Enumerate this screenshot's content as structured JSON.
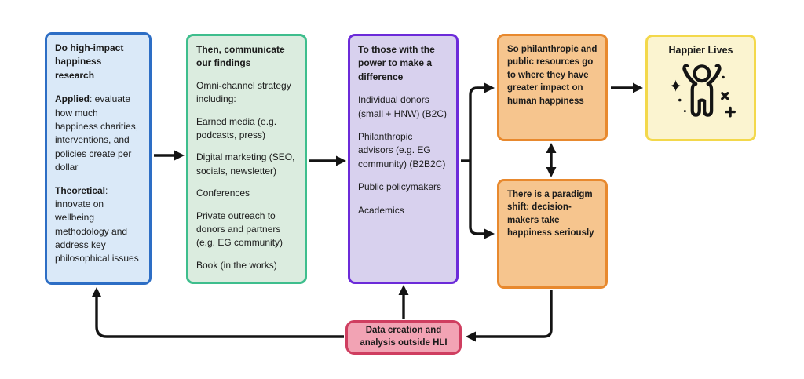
{
  "palette": {
    "canvas-bg": "#ffffff",
    "text": "#1b1b1b",
    "arrow": "#141414",
    "blue-border": "#2d6ec5",
    "blue-fill": "#dae9f8",
    "green-border": "#3ebe8d",
    "green-fill": "#dbecdf",
    "purple-border": "#6c2bd9",
    "purple-fill": "#d8d1ee",
    "orange-border": "#e8892e",
    "orange-fill": "#f6c58e",
    "yellow-border": "#f3d84b",
    "yellow-fill": "#fbf4d0",
    "pink-border": "#cf3e60",
    "pink-fill": "#f2a3b4"
  },
  "boxes": {
    "research": {
      "title": "Do high-impact happiness research",
      "sections": [
        {
          "lead": "Applied",
          "rest": ": evaluate how much happiness charities, interventions, and policies create per dollar"
        },
        {
          "lead": "Theoretical",
          "rest": ": innovate on wellbeing methodology and address key philosophical issues"
        }
      ]
    },
    "communicate": {
      "title": "Then, communicate our findings",
      "items": [
        "Omni-channel strategy including:",
        "Earned media (e.g. podcasts, press)",
        "Digital marketing (SEO, socials, newsletter)",
        "Conferences",
        "Private outreach to donors and partners (e.g. EG community)",
        "Book (in the works)"
      ]
    },
    "audience": {
      "title": "To those with the power to make a difference",
      "items": [
        "Individual donors (small + HNW) (B2C)",
        "Philanthropic advisors (e.g. EG community) (B2B2C)",
        "Public policymakers",
        "Academics"
      ]
    },
    "resources": {
      "title": "So philanthropic and public resources go to where they have greater impact on human happiness"
    },
    "paradigm": {
      "title": "There is a paradigm shift: decision-makers take happiness seriously"
    },
    "happier": {
      "title": "Happier Lives",
      "icon": "person-celebrating-with-sparkles"
    },
    "outside_data": {
      "title": "Data creation and analysis outside HLI"
    }
  }
}
